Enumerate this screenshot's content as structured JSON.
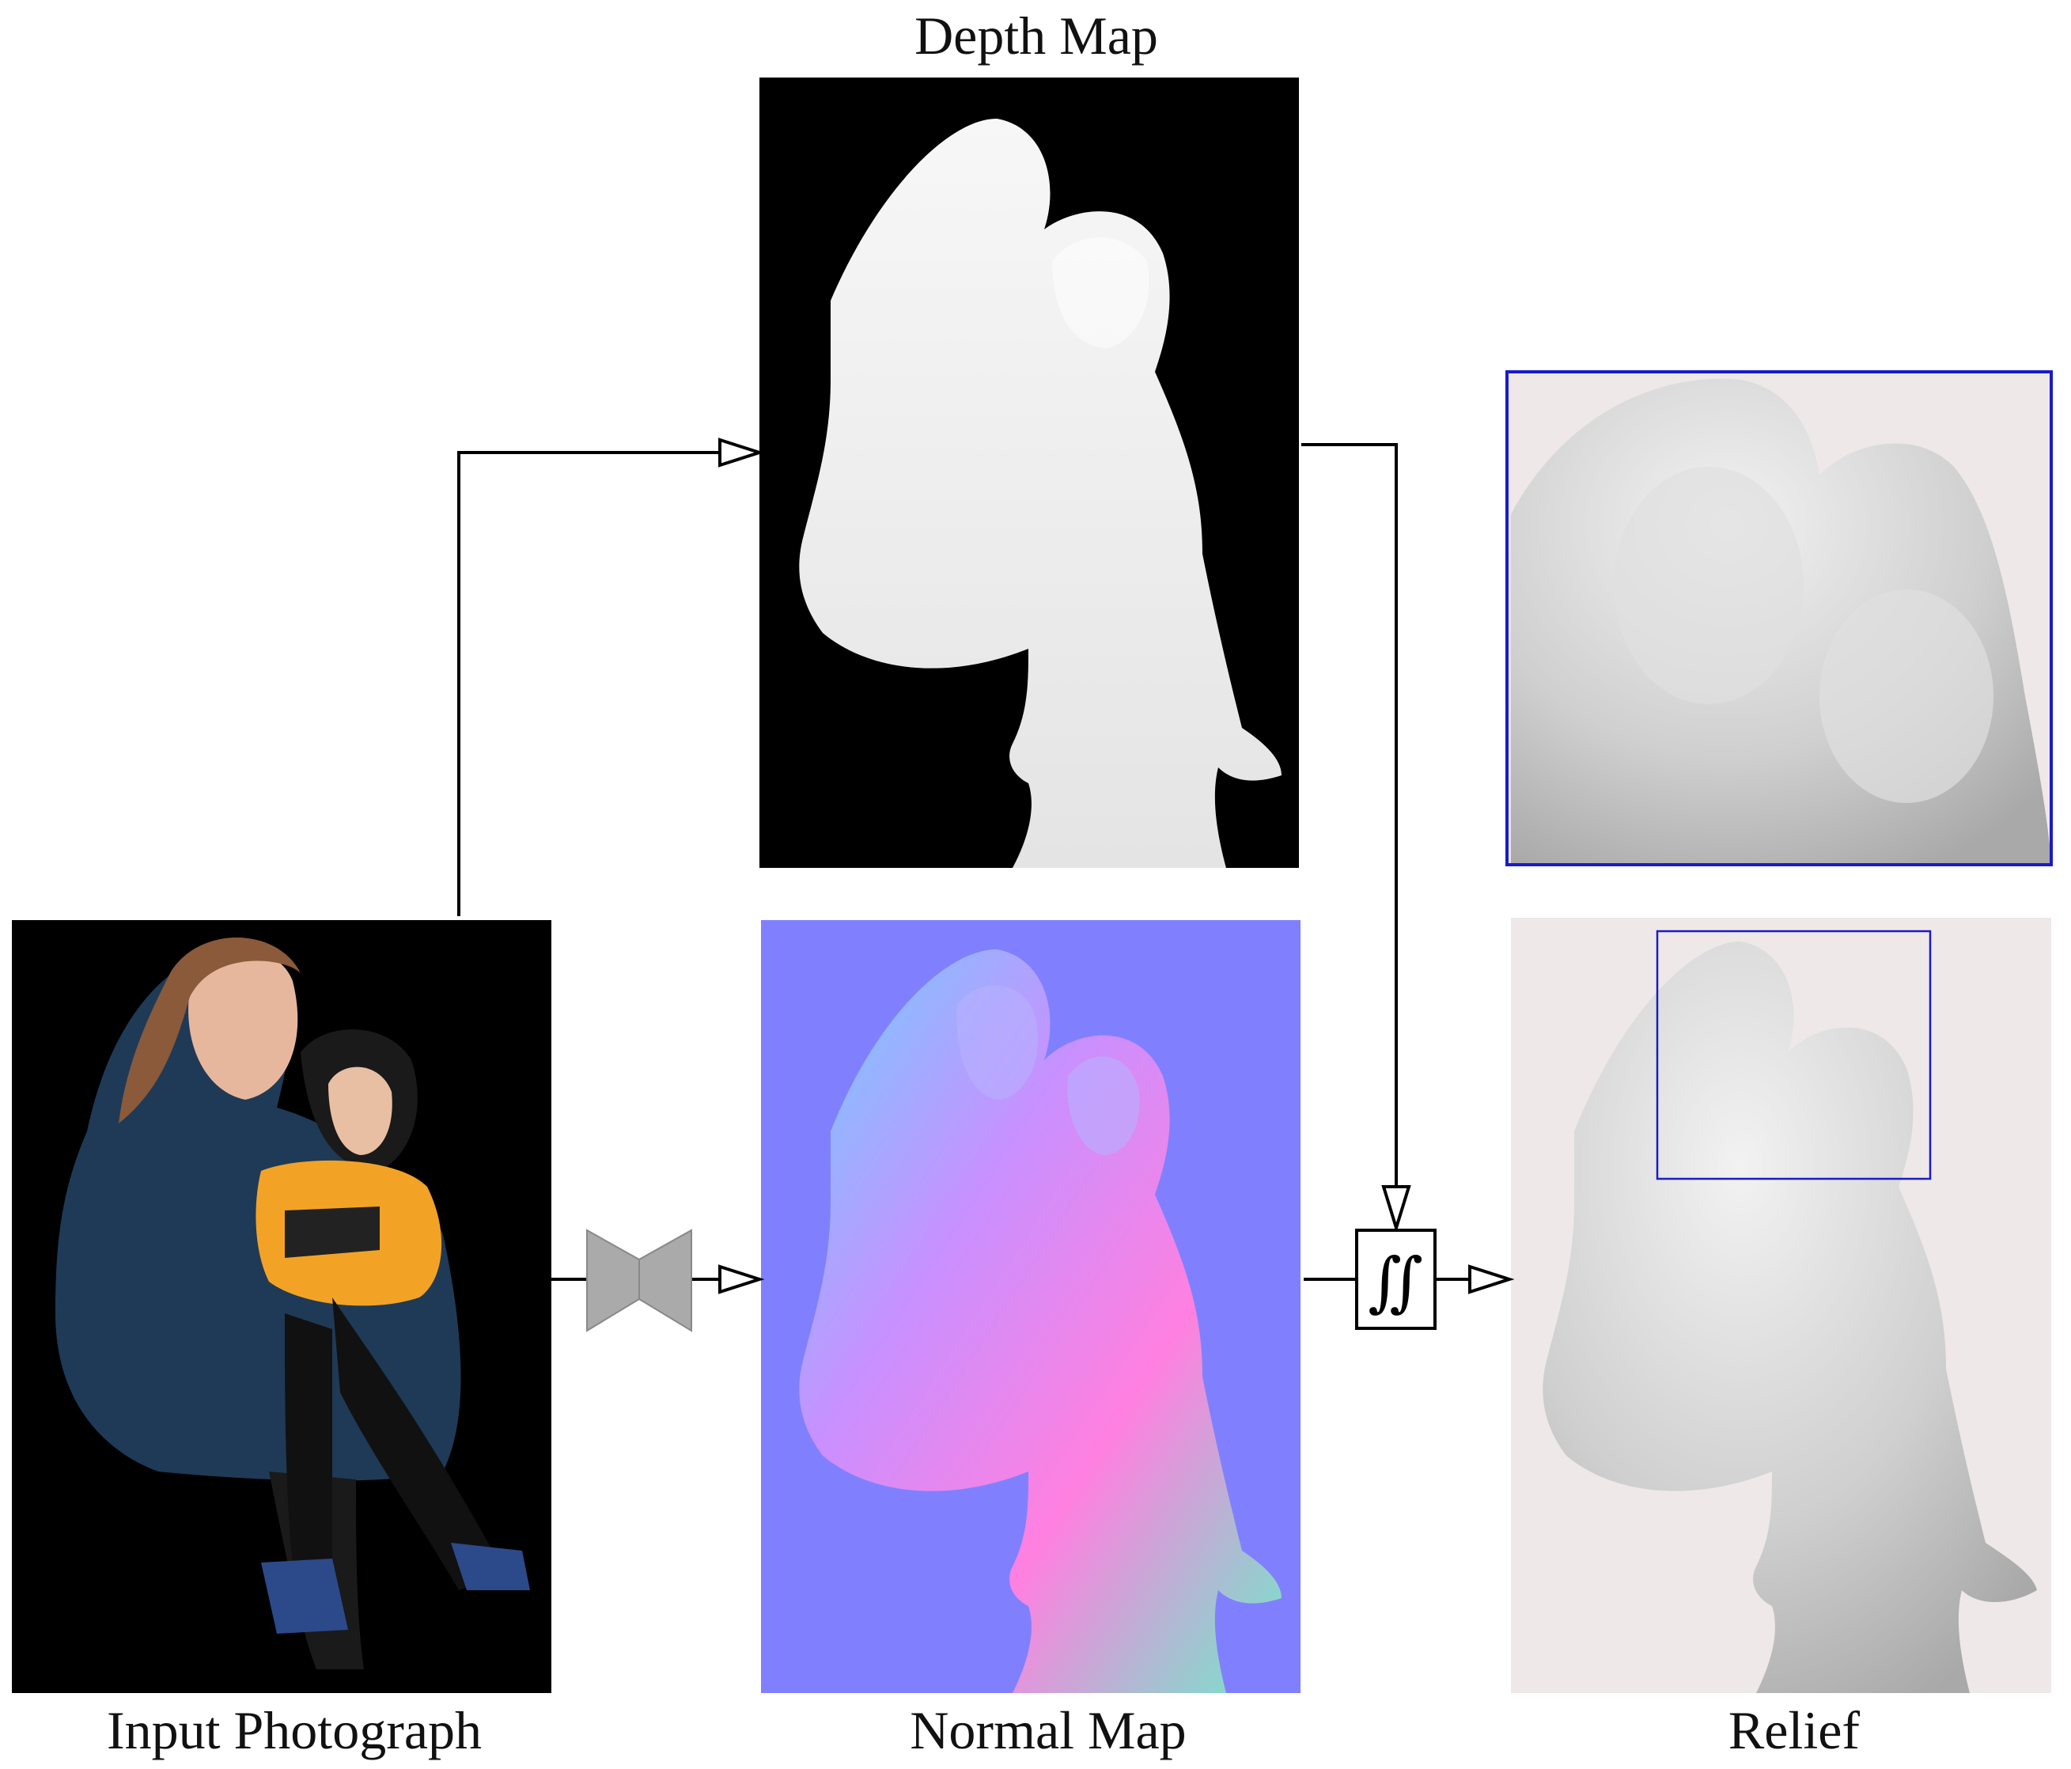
{
  "labels": {
    "depth_map": "Depth Map",
    "input_photograph": "Input Photograph",
    "normal_map": "Normal Map",
    "relief": "Relief"
  },
  "integration_symbol": "∬",
  "colors": {
    "photo_background": "#000000",
    "depth_background": "#000000",
    "depth_figure": "#f2f2f2",
    "normal_background": "#8080ff",
    "relief_background": "#efe8e8",
    "relief_figure": "#cfcfcf",
    "highlight_box": "#1a1acc",
    "arrow": "#000000",
    "network_icon": "#aaaaaa"
  },
  "icons": [
    "encoder-decoder-network-icon",
    "double-integral-icon"
  ]
}
